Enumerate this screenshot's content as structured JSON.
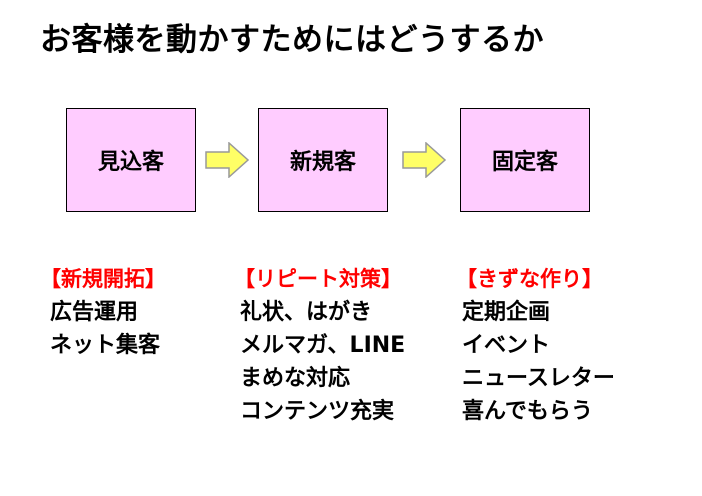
{
  "title": "お客様を動かすためにはどうするか",
  "colors": {
    "box_fill": "#ffccff",
    "arrow_fill": "#ffff66",
    "heading_red": "#ff0000"
  },
  "stages": [
    {
      "label": "見込客"
    },
    {
      "label": "新規客"
    },
    {
      "label": "固定客"
    }
  ],
  "columns": [
    {
      "heading": "【新規開拓】",
      "items": [
        "広告運用",
        "ネット集客"
      ]
    },
    {
      "heading": "【リピート対策】",
      "items": [
        "礼状、はがき",
        "メルマガ、LINE",
        "まめな対応",
        "コンテンツ充実"
      ]
    },
    {
      "heading": "【きずな作り】",
      "items": [
        "定期企画",
        "イベント",
        "ニュースレター",
        "喜んでもらう"
      ]
    }
  ]
}
